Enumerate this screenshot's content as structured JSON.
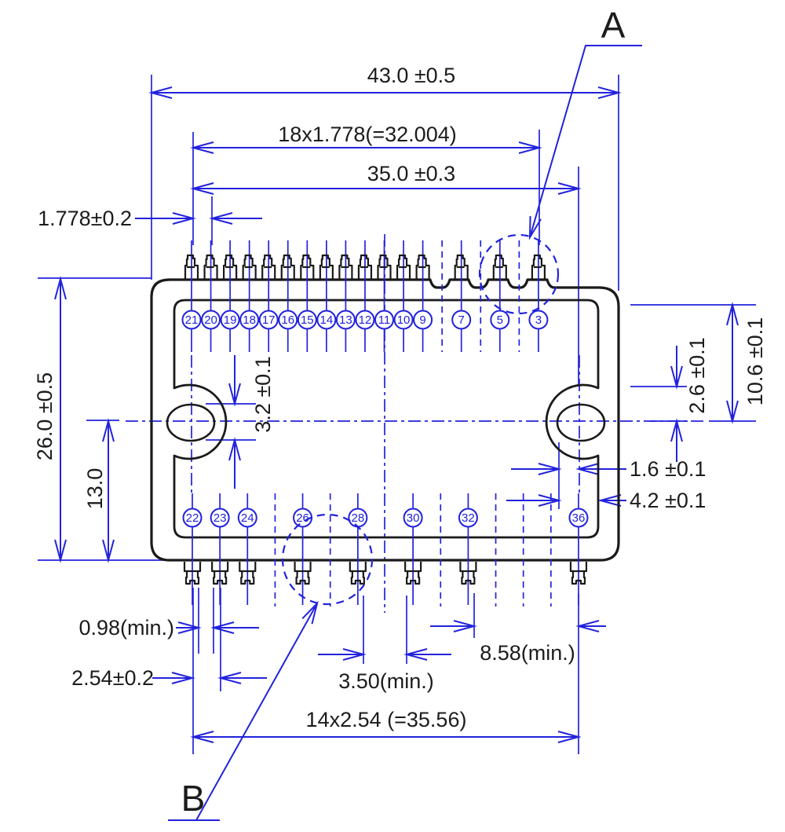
{
  "drawing": {
    "detail_labels": {
      "a": "A",
      "b": "B"
    },
    "dimensions": {
      "overall_width": "43.0 ±0.5",
      "top_pin_span": "18x1.778(=32.004)",
      "mount_hole_span": "35.0 ±0.3",
      "top_pin_pitch": "1.778±0.2",
      "overall_height": "26.0 ±0.5",
      "center_to_bottom": "13.0",
      "mount_hole_height": "3.2 ±0.1",
      "top_edge_to_center": "10.6 ±0.1",
      "boss_top_to_center": "2.6 ±0.1",
      "hole_offset": "1.6 ±0.1",
      "hole_to_edge": "4.2 ±0.1",
      "bottom_pin_gap_min": "0.98(min.)",
      "bottom_pin_pitch": "2.54±0.2",
      "pin_clearance_min": "3.50(min.)",
      "pin32_to_pin36_min": "8.58(min.)",
      "bottom_pin_span": "14x2.54 (=35.56)"
    },
    "pins": {
      "top_row": {
        "numbers": [
          21,
          20,
          19,
          18,
          17,
          16,
          15,
          14,
          13,
          12,
          11,
          10,
          9,
          7,
          5,
          3
        ],
        "slots": [
          0,
          1,
          2,
          3,
          4,
          5,
          6,
          7,
          8,
          9,
          10,
          11,
          12,
          14,
          16,
          18
        ],
        "missing_slots": [
          13,
          15,
          17
        ]
      },
      "bottom_row": {
        "numbers": [
          22,
          23,
          24,
          26,
          28,
          30,
          32,
          36
        ],
        "slots": [
          0,
          1,
          2,
          4,
          6,
          8,
          10,
          14
        ],
        "missing_slots": [
          3,
          5,
          9,
          11,
          12,
          13
        ]
      }
    },
    "colors": {
      "dimension_blue": "#2222dd",
      "outline_black": "#1a1a1a",
      "background": "#ffffff"
    }
  }
}
